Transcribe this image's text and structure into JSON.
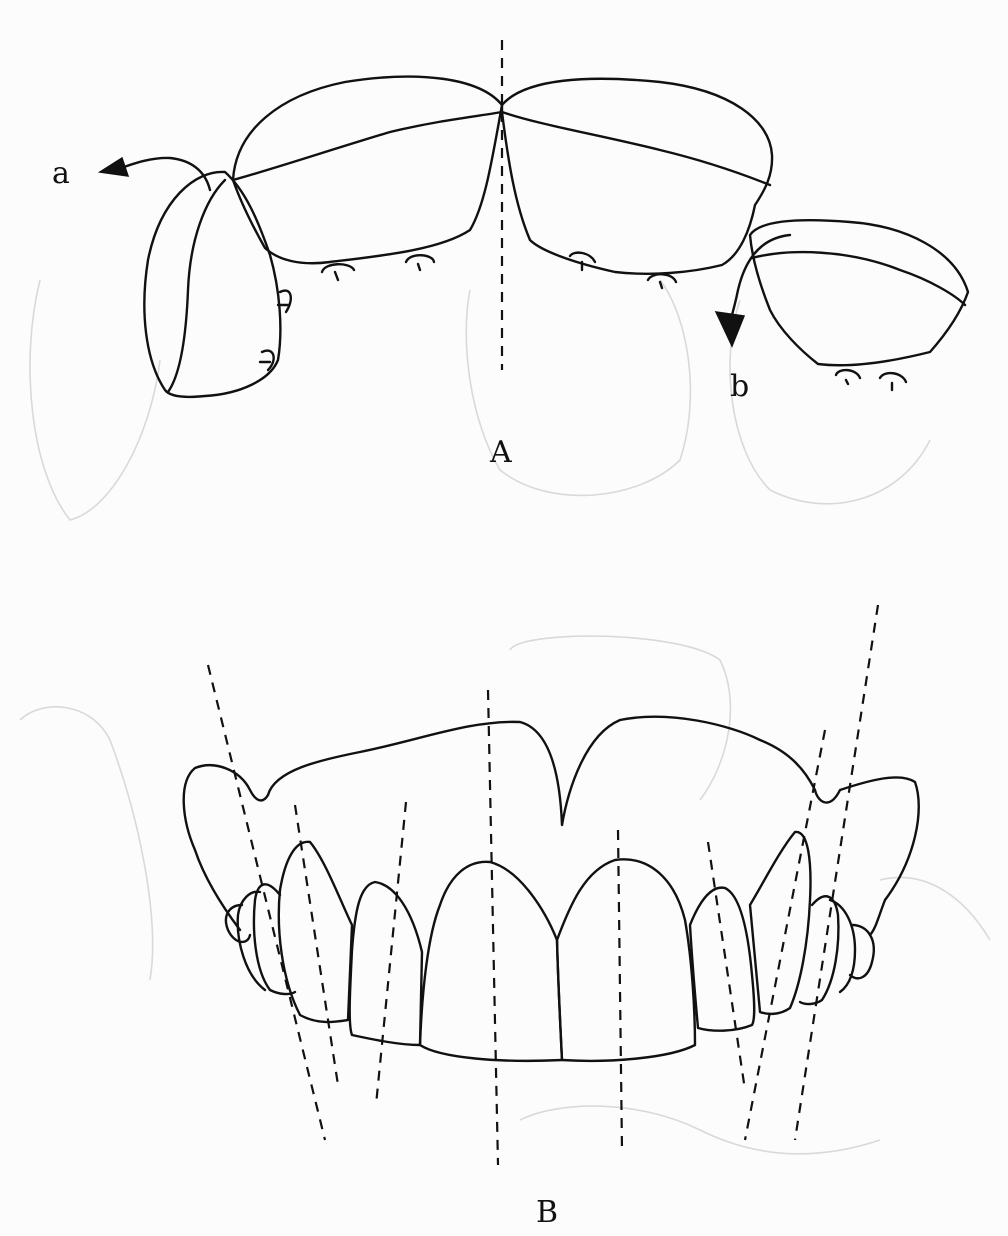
{
  "figure": {
    "label_a": "a",
    "label_b": "b",
    "panel_top": "A",
    "panel_bottom": "B"
  },
  "colors": {
    "ink": "#111111",
    "paper": "#fcfcfc",
    "bleed": "#d9d9d9"
  }
}
